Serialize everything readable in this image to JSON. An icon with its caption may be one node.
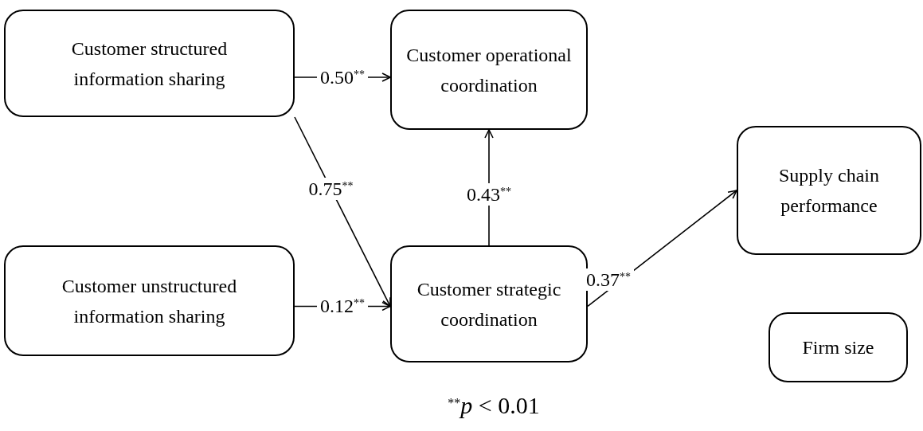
{
  "diagram": {
    "nodes": [
      {
        "text": [
          "Customer structured information sharing"
        ]
      },
      {
        "text": [
          "Customer operational coordination"
        ]
      },
      {
        "text": [
          "Supply chain performance"
        ]
      },
      {
        "text": [
          "Customer unstructured information sharing"
        ]
      },
      {
        "text": [
          "Customer strategic coordination"
        ]
      },
      {
        "text": [
          "Firm size"
        ]
      }
    ],
    "edges": [
      {
        "from": 0,
        "to": 1,
        "arrow": "to",
        "label": "0.50$^{**}$"
      },
      {
        "from": 0,
        "to": 4,
        "arrow": "to",
        "label": "0.75$^{**}$"
      },
      {
        "from": 3,
        "to": 4,
        "arrow": "to",
        "label": "0.12$^{**}$"
      },
      {
        "from": 4,
        "to": 1,
        "arrow": "to",
        "label": "0.43$^{**}$"
      },
      {
        "from": 4,
        "to": 2,
        "arrow": "to",
        "label": "0.37$^{**}$"
      }
    ],
    "caption": "$^{**}$*p* < 0.01"
  }
}
